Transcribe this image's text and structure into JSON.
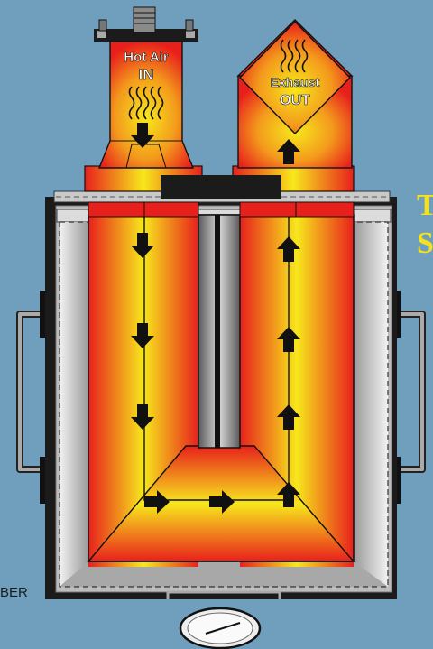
{
  "inlet": {
    "line1": "Hot Air",
    "line2": "IN"
  },
  "outlet": {
    "line1": "Exhaust",
    "line2": "OUT"
  },
  "right_edge_text": {
    "line1": "T",
    "line2": "S:"
  },
  "caption": "BER",
  "colors": {
    "background": "#6f9fbd",
    "heat_red": "#e8201c",
    "heat_yellow": "#f7e81c",
    "frame": "#222222",
    "insulation": "#c8c8c8"
  }
}
